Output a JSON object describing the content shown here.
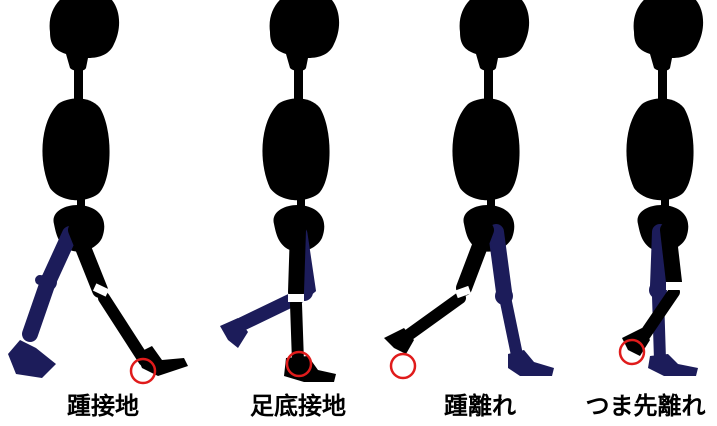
{
  "colors": {
    "bone": "#000000",
    "far_leg": "#1c1c5a",
    "joint": "#ffffff",
    "marker": "#e01b1b",
    "background": "#ffffff"
  },
  "phases": [
    {
      "label": "踵接地"
    },
    {
      "label": "足底接地"
    },
    {
      "label": "踵離れ"
    },
    {
      "label": "つま先離れ"
    }
  ]
}
